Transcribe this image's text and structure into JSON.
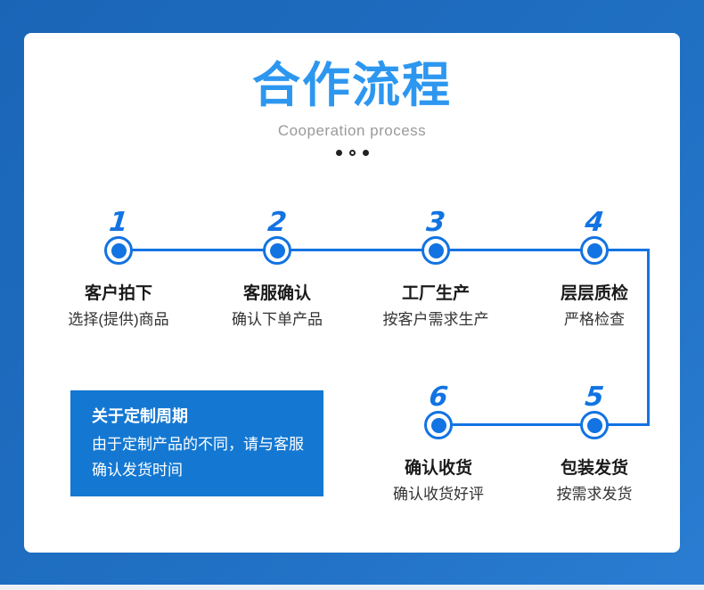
{
  "header": {
    "title": "合作流程",
    "subtitle": "Cooperation process"
  },
  "colors": {
    "frame_blue": "#1f6fc3",
    "accent_blue": "#1273e2",
    "title_blue": "#2d97f0",
    "info_box_blue": "#1478d2"
  },
  "carousel": {
    "dots": [
      "filled",
      "hollow",
      "filled"
    ]
  },
  "steps": [
    {
      "num": "1",
      "title": "客户拍下",
      "desc": "选择(提供)商品"
    },
    {
      "num": "2",
      "title": "客服确认",
      "desc": "确认下单产品"
    },
    {
      "num": "3",
      "title": "工厂生产",
      "desc": "按客户需求生产"
    },
    {
      "num": "4",
      "title": "层层质检",
      "desc": "严格检查"
    },
    {
      "num": "5",
      "title": "包装发货",
      "desc": "按需求发货"
    },
    {
      "num": "6",
      "title": "确认收货",
      "desc": "确认收货好评"
    }
  ],
  "info_box": {
    "title": "关于定制周期",
    "body": "由于定制产品的不同，请与客服确认发货时间"
  }
}
